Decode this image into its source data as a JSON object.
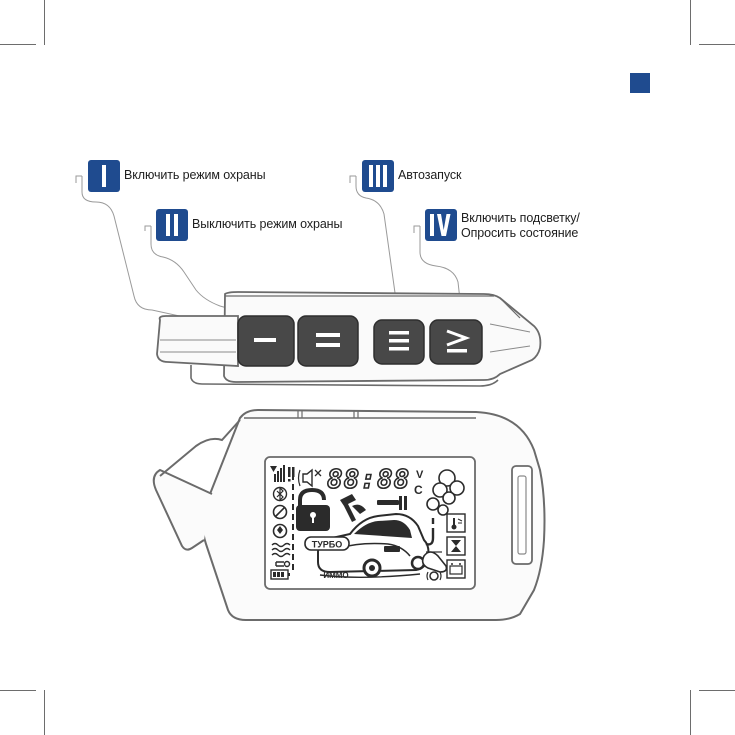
{
  "callouts": [
    {
      "numeral": "I",
      "lines": [
        "Включить режим охраны"
      ]
    },
    {
      "numeral": "II",
      "lines": [
        "Выключить режим охраны"
      ]
    },
    {
      "numeral": "III",
      "lines": [
        "Автозапуск"
      ]
    },
    {
      "numeral": "IV",
      "lines": [
        "Включить подсветку/",
        "Опросить состояние"
      ]
    }
  ],
  "display": {
    "clock": "88:88",
    "unit_v": "V",
    "unit_c": "C",
    "turbo_label": "ТУРБО",
    "immo_label": "ИММО"
  },
  "colors": {
    "accent": "#1f4b8f",
    "outline": "#6b6b6b",
    "button_fill": "#4a4a4a"
  },
  "icons": [
    "signal-icon",
    "speaker-icon",
    "bluetooth-icon",
    "no-start-icon",
    "engine-icon",
    "heater-icon",
    "battery-icon",
    "padlock-icon",
    "key-icon",
    "car-icon",
    "smoke-icon",
    "hook-icon",
    "hand-icon",
    "thermometer-icon",
    "hourglass-icon",
    "battery-alert-icon",
    "brake-icon"
  ]
}
